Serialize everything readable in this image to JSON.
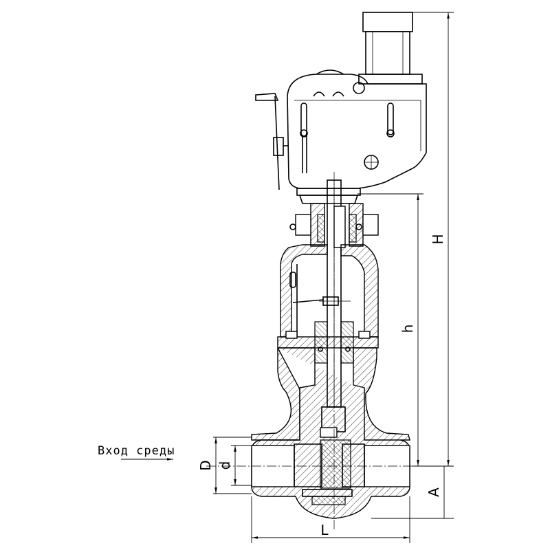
{
  "labels": {
    "inlet": "Вход среды"
  },
  "dimensions": {
    "overall_height": "H",
    "stem_height": "h",
    "outer_diameter": "D",
    "inner_diameter": "d",
    "length": "L",
    "offset": "A"
  }
}
